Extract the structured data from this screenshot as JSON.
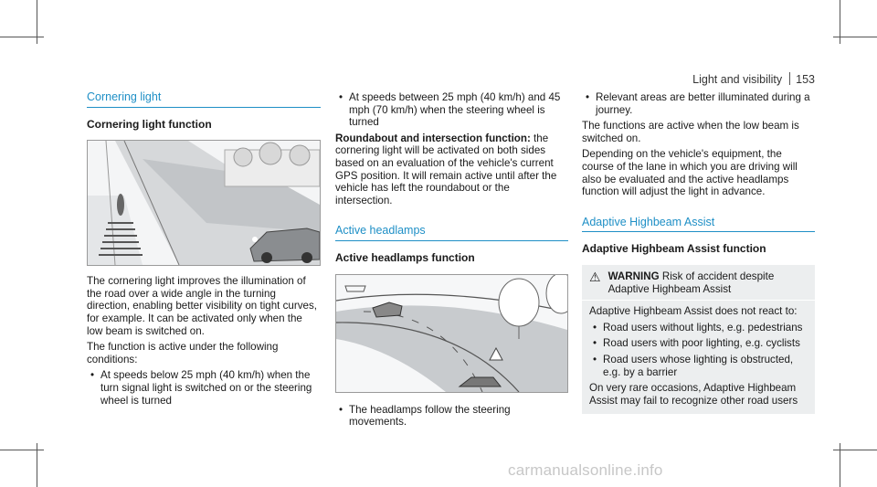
{
  "header": {
    "section": "Light and visibility",
    "page": "153"
  },
  "col1": {
    "section_title": "Cornering light",
    "subtitle": "Cornering light function",
    "p1": "The cornering light improves the illumination of the road over a wide angle in the turning direction, enabling better visibility on tight curves, for example. It can be activated only when the low beam is switched on.",
    "p2": "The function is active under the following conditions:",
    "bullet1": "At speeds below 25 mph (40 km/h) when the turn signal light is switched on or the steering wheel is turned"
  },
  "col2": {
    "bullet1": "At speeds between 25 mph (40 km/h) and 45 mph (70 km/h) when the steering wheel is turned",
    "round_label": "Roundabout and intersection function:",
    "round_text": " the cornering light will be activated on both sides based on an evaluation of the vehicle's current GPS position. It will remain active until after the vehicle has left the roundabout or the intersection.",
    "section_title": "Active headlamps",
    "subtitle": "Active headlamps function",
    "bullet2": "The headlamps follow the steering movements."
  },
  "col3": {
    "bullet1": "Relevant areas are better illuminated during a journey.",
    "p1": "The functions are active when the low beam is switched on.",
    "p2": "Depending on the vehicle's equipment, the course of the lane in which you are driving will also be evaluated and the active headlamps function will adjust the light in advance.",
    "section_title": "Adaptive Highbeam Assist",
    "subtitle": "Adaptive Highbeam Assist function",
    "warning_label": "WARNING",
    "warning_text": " Risk of accident despite Adaptive Highbeam Assist",
    "warning_intro": "Adaptive Highbeam Assist does not react to:",
    "bullets": [
      "Road users without lights, e.g. pedestrians",
      "Road users with poor lighting, e.g. cyclists",
      "Road users whose lighting is obstructed, e.g. by a barrier"
    ],
    "tail": "On very rare occasions, Adaptive Highbeam Assist may fail to recognize other road users"
  },
  "watermark": "carmanualsonline.info"
}
